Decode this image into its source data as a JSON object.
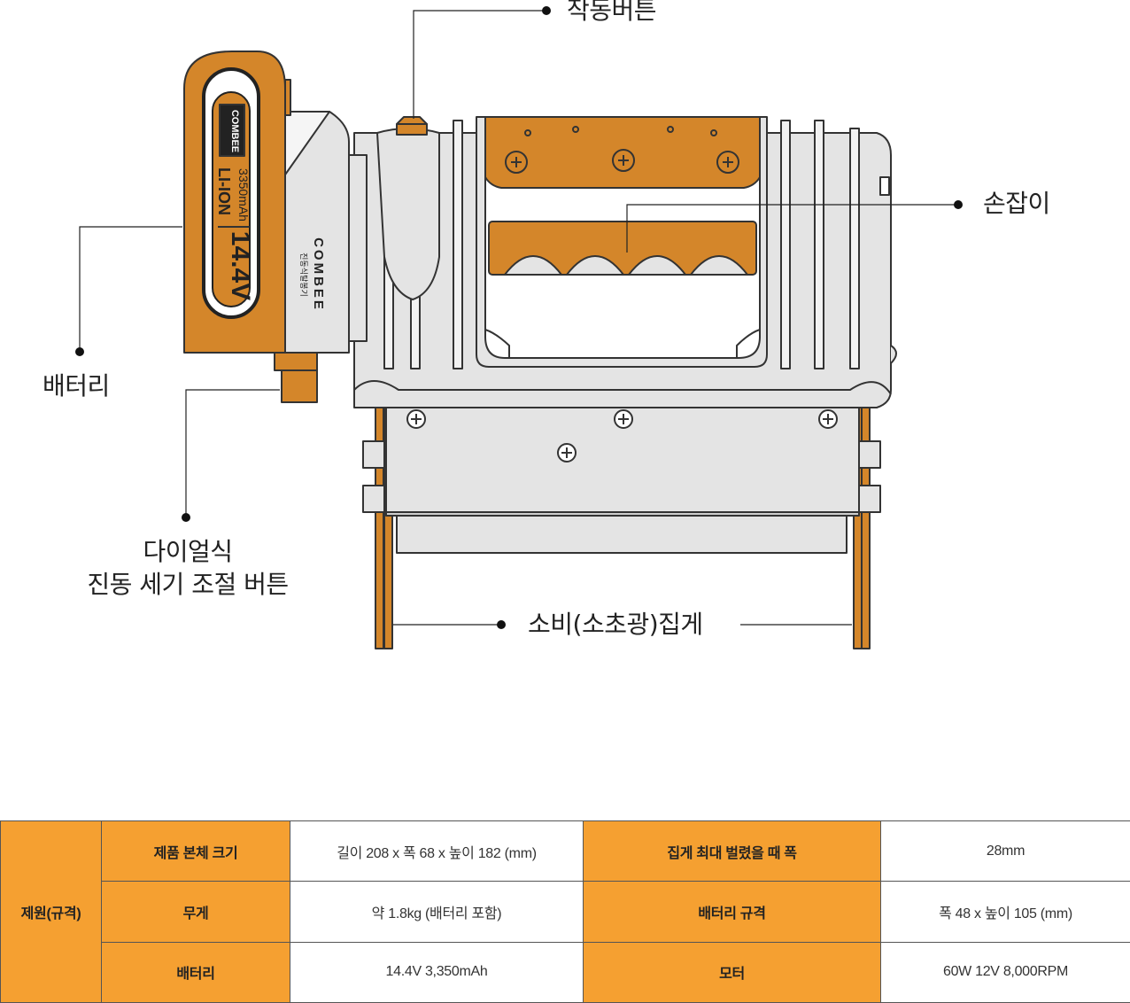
{
  "colors": {
    "accent": "#f5a031",
    "body_gray": "#e4e4e4",
    "battery_orange": "#d4862a",
    "line": "#222222"
  },
  "callouts": {
    "operation_button": "작동버튼",
    "handle": "손잡이",
    "battery": "배터리",
    "dial_line1": "다이얼식",
    "dial_line2": "진동 세기 조절 버튼",
    "tongs": "소비(소초광)집게"
  },
  "product_print": {
    "battery_brand": "COMBEE",
    "battery_capacity": "3350mAh",
    "battery_type": "LI-ION",
    "battery_voltage": "14.4V",
    "body_brand": "COMBEE",
    "body_product": "진동식탈봉기"
  },
  "spec_table": {
    "group_label": "제원(규격)",
    "rows": [
      {
        "label1": "제품 본체 크기",
        "value1": "길이 208 x 폭 68 x 높이 182 (mm)",
        "label2": "집게 최대 벌렸을 때 폭",
        "value2": "28mm"
      },
      {
        "label1": "무게",
        "value1": "약 1.8kg (배터리 포함)",
        "label2": "배터리 규격",
        "value2": "폭 48 x 높이 105 (mm)"
      },
      {
        "label1": "배터리",
        "value1": "14.4V 3,350mAh",
        "label2": "모터",
        "value2": "60W 12V 8,000RPM"
      }
    ]
  }
}
